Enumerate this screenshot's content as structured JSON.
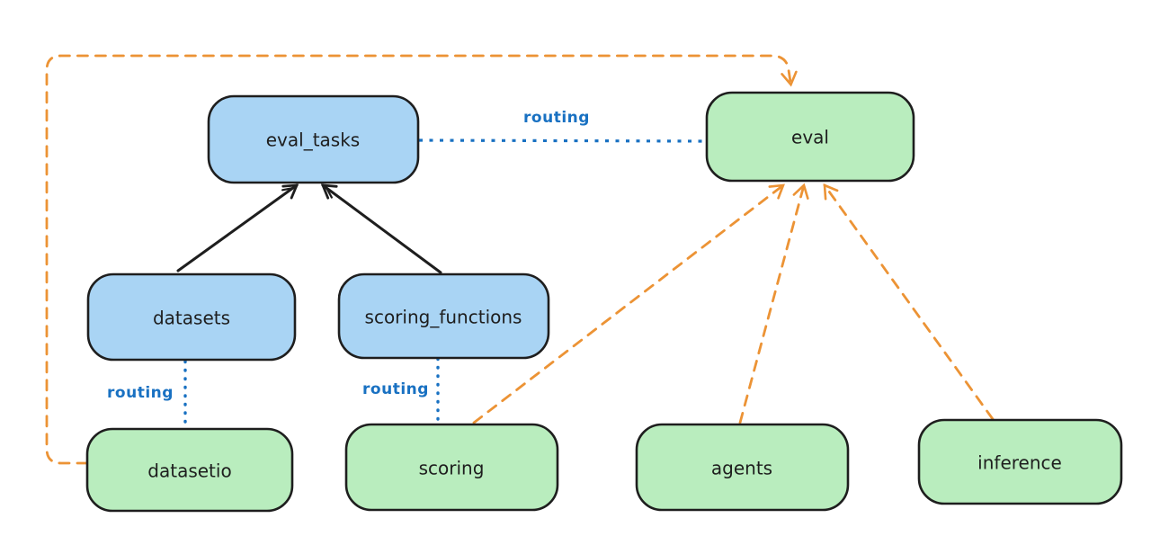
{
  "diagram": {
    "type": "architecture-flow-diagram",
    "nodes": [
      {
        "id": "eval_tasks",
        "label": "eval_tasks",
        "kind": "api",
        "fill_color": "blue"
      },
      {
        "id": "eval",
        "label": "eval",
        "kind": "provider",
        "fill_color": "green"
      },
      {
        "id": "datasets",
        "label": "datasets",
        "kind": "api",
        "fill_color": "blue"
      },
      {
        "id": "scoring_functions",
        "label": "scoring_functions",
        "kind": "api",
        "fill_color": "blue"
      },
      {
        "id": "datasetio",
        "label": "datasetio",
        "kind": "provider",
        "fill_color": "green"
      },
      {
        "id": "scoring",
        "label": "scoring",
        "kind": "provider",
        "fill_color": "green"
      },
      {
        "id": "agents",
        "label": "agents",
        "kind": "provider",
        "fill_color": "green"
      },
      {
        "id": "inference",
        "label": "inference",
        "kind": "provider",
        "fill_color": "green"
      }
    ],
    "edges": [
      {
        "from": "datasets",
        "to": "eval_tasks",
        "style": "solid-black-arrow",
        "label": ""
      },
      {
        "from": "scoring_functions",
        "to": "eval_tasks",
        "style": "solid-black-arrow",
        "label": ""
      },
      {
        "from": "eval_tasks",
        "to": "eval",
        "style": "dotted-blue",
        "label": "routing"
      },
      {
        "from": "datasets",
        "to": "datasetio",
        "style": "dotted-blue",
        "label": "routing"
      },
      {
        "from": "scoring_functions",
        "to": "scoring",
        "style": "dotted-blue",
        "label": "routing"
      },
      {
        "from": "datasetio",
        "to": "eval",
        "style": "dashed-orange-arrow",
        "label": ""
      },
      {
        "from": "scoring",
        "to": "eval",
        "style": "dashed-orange-arrow",
        "label": ""
      },
      {
        "from": "agents",
        "to": "eval",
        "style": "dashed-orange-arrow",
        "label": ""
      },
      {
        "from": "inference",
        "to": "eval",
        "style": "dashed-orange-arrow",
        "label": ""
      }
    ],
    "edge_labels": {
      "routing_top": "routing",
      "routing_datasets": "routing",
      "routing_scoring": "routing"
    },
    "colors": {
      "node_blue_fill": "#a9d4f4",
      "node_green_fill": "#b9edbe",
      "node_stroke": "#1e1e1e",
      "routing_blue": "#1971c2",
      "provider_orange": "#ec9335",
      "background": "#ffffff"
    }
  }
}
